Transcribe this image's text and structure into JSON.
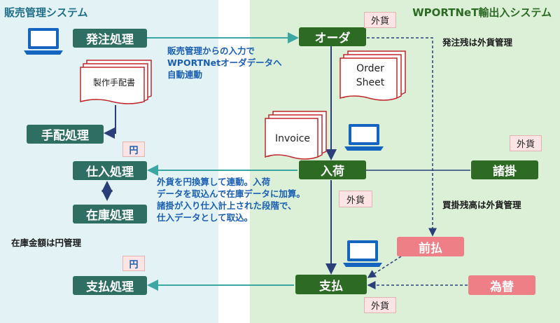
{
  "left_system": {
    "title": "販売管理システム"
  },
  "right_system": {
    "title": "WPORTNeT輸出入システム"
  },
  "nodes": {
    "hacchu": "発注処理",
    "tehai": "手配処理",
    "shiire": "仕入処理",
    "zaiko": "在庫処理",
    "shiharai_left": "支払処理",
    "order": "オーダ",
    "nyuka": "入荷",
    "shiharai": "支払",
    "shogake": "諸掛",
    "maebarai": "前払",
    "kawase": "為替"
  },
  "tags": {
    "gaika_order": "外貨",
    "gaika_nyuka": "外貨",
    "gaika_shogake": "外貨",
    "gaika_shiharai": "外貨",
    "yen_shiire": "円",
    "yen_shiharai": "円"
  },
  "documents": {
    "seisaku": "製作手配書",
    "order_sheet_line1": "Order",
    "order_sheet_line2": "Sheet",
    "invoice": "Invoice"
  },
  "notes": {
    "link_line1": "販売管理からの入力で",
    "link_line2": "WPORTNetオーダデータへ",
    "link_line3": "自動連動",
    "convert_line1": "外貨を円換算して連動。入荷",
    "convert_line2": "データを取込んで在庫データに加算。",
    "convert_line3": "諸掛が入り仕入計上された段階で、",
    "convert_line4": "仕入データとして取込。",
    "hacchuzan": "発注残は外貨管理",
    "kaikake": "買掛残高は外貨管理",
    "zaiko_yen": "在庫金額は円管理"
  },
  "colors": {
    "left_bg": "#e3f3f5",
    "right_bg": "#dcf0d8",
    "teal_box": "#2f6f63",
    "green_box": "#2d6b25",
    "pink_box": "#ef7f86",
    "arrow_teal": "#3aa7a3"
  }
}
